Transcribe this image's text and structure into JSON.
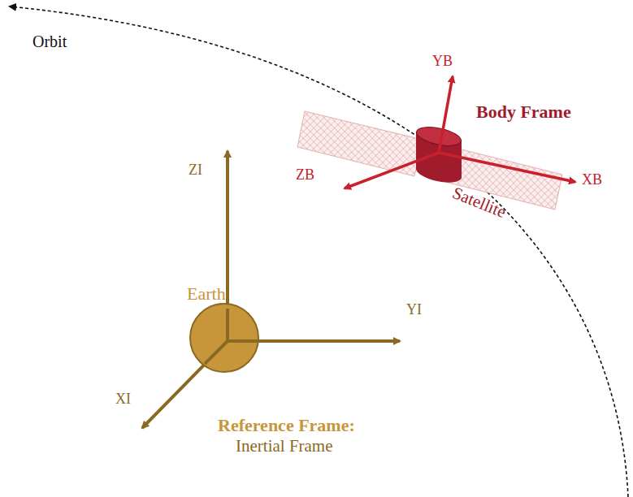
{
  "diagram": {
    "labels": [
      "Orbit",
      "YB",
      "Body Frame",
      "ZB",
      "XB",
      "Satellite",
      "ZI",
      "Earth",
      "YI",
      "XI",
      "Reference Frame:",
      "Inertial Frame"
    ]
  }
}
